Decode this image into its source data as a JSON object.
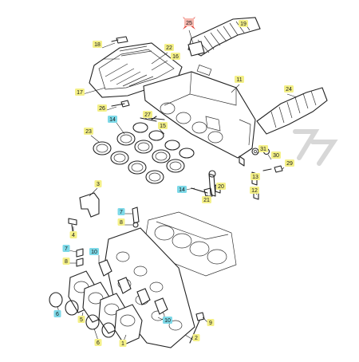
{
  "diagram": {
    "highlight_colors": {
      "yellow": "#f4f088",
      "cyan": "#7dd9e8",
      "red_marker": "#e0342a"
    },
    "marker_icon": "cross-arrows-icon",
    "callouts": [
      {
        "id": "c25",
        "label": "25",
        "style": "red"
      },
      {
        "id": "c19",
        "label": "19",
        "style": "yellow"
      },
      {
        "id": "c18",
        "label": "18",
        "style": "yellow"
      },
      {
        "id": "c22",
        "label": "22",
        "style": "yellow"
      },
      {
        "id": "c16",
        "label": "16",
        "style": "yellow"
      },
      {
        "id": "c17",
        "label": "17",
        "style": "yellow"
      },
      {
        "id": "c11",
        "label": "11",
        "style": "yellow"
      },
      {
        "id": "c26",
        "label": "26",
        "style": "yellow"
      },
      {
        "id": "c24",
        "label": "24",
        "style": "yellow"
      },
      {
        "id": "c27",
        "label": "27",
        "style": "yellow"
      },
      {
        "id": "c15",
        "label": "15",
        "style": "yellow"
      },
      {
        "id": "c14a",
        "label": "14",
        "style": "cyan"
      },
      {
        "id": "c23",
        "label": "23",
        "style": "yellow"
      },
      {
        "id": "c31",
        "label": "31",
        "style": "yellow"
      },
      {
        "id": "c30",
        "label": "30",
        "style": "yellow"
      },
      {
        "id": "c29",
        "label": "29",
        "style": "yellow"
      },
      {
        "id": "c13",
        "label": "13",
        "style": "yellow"
      },
      {
        "id": "c12",
        "label": "12",
        "style": "yellow"
      },
      {
        "id": "c20",
        "label": "20",
        "style": "yellow"
      },
      {
        "id": "c14b",
        "label": "14",
        "style": "cyan"
      },
      {
        "id": "c21",
        "label": "21",
        "style": "yellow"
      },
      {
        "id": "c3",
        "label": "3",
        "style": "yellow"
      },
      {
        "id": "c7a",
        "label": "7",
        "style": "cyan"
      },
      {
        "id": "c8a",
        "label": "8",
        "style": "yellow"
      },
      {
        "id": "c4",
        "label": "4",
        "style": "yellow"
      },
      {
        "id": "c7b",
        "label": "7",
        "style": "cyan"
      },
      {
        "id": "c8b",
        "label": "8",
        "style": "yellow"
      },
      {
        "id": "c10a",
        "label": "10",
        "style": "cyan"
      },
      {
        "id": "c6a",
        "label": "6",
        "style": "cyan"
      },
      {
        "id": "c5",
        "label": "5",
        "style": "yellow"
      },
      {
        "id": "c6b",
        "label": "6",
        "style": "yellow"
      },
      {
        "id": "c1",
        "label": "1",
        "style": "yellow"
      },
      {
        "id": "c10b",
        "label": "10",
        "style": "cyan"
      },
      {
        "id": "c9",
        "label": "9",
        "style": "yellow"
      },
      {
        "id": "c2",
        "label": "2",
        "style": "yellow"
      }
    ]
  }
}
